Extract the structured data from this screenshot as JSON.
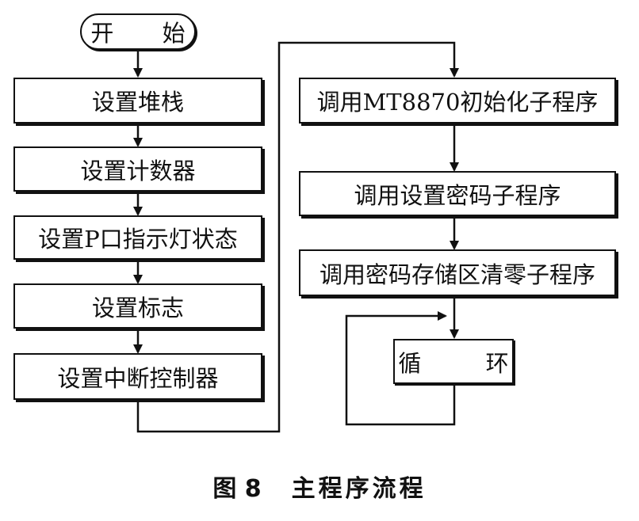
{
  "flowchart": {
    "start": "开 始",
    "left_steps": [
      "设置堆栈",
      "设置计数器",
      "设置P口指示灯状态",
      "设置标志",
      "设置中断控制器"
    ],
    "right_steps": [
      "调用MT8870初始化子程序",
      "调用设置密码子程序",
      "调用密码存储区清零子程序"
    ],
    "loop": "循 环"
  },
  "caption": {
    "figure_number": "图 8",
    "title": "主程序流程"
  }
}
